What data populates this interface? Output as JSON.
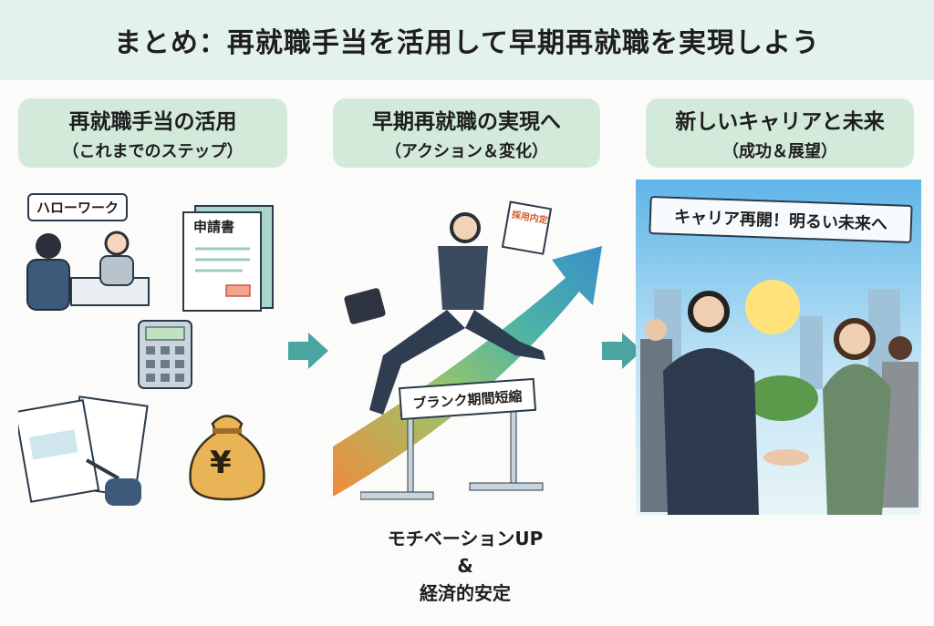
{
  "title": "まとめ：再就職手当を活用して早期再就職を実現しよう",
  "columns": [
    {
      "heading": "再就職手当の活用",
      "subheading": "（これまでのステップ）"
    },
    {
      "heading": "早期再就職の実現へ",
      "subheading": "（アクション＆変化）"
    },
    {
      "heading": "新しいキャリアと未来",
      "subheading": "（成功＆展望）"
    }
  ],
  "left": {
    "bubble": "ハローワーク",
    "form_label": "申請書",
    "money_symbol": "¥"
  },
  "middle": {
    "letter_label": "採用内定",
    "hurdle_label": "ブランク期間短縮",
    "caption": [
      "モチベーションUP",
      "&",
      "経済的安定"
    ]
  },
  "right": {
    "banner": "キャリア再開！明るい未来へ"
  },
  "colors": {
    "accent": "#4aa5a0",
    "header_bg": "#d3eadb",
    "title_bg": "#e4f2ef"
  }
}
